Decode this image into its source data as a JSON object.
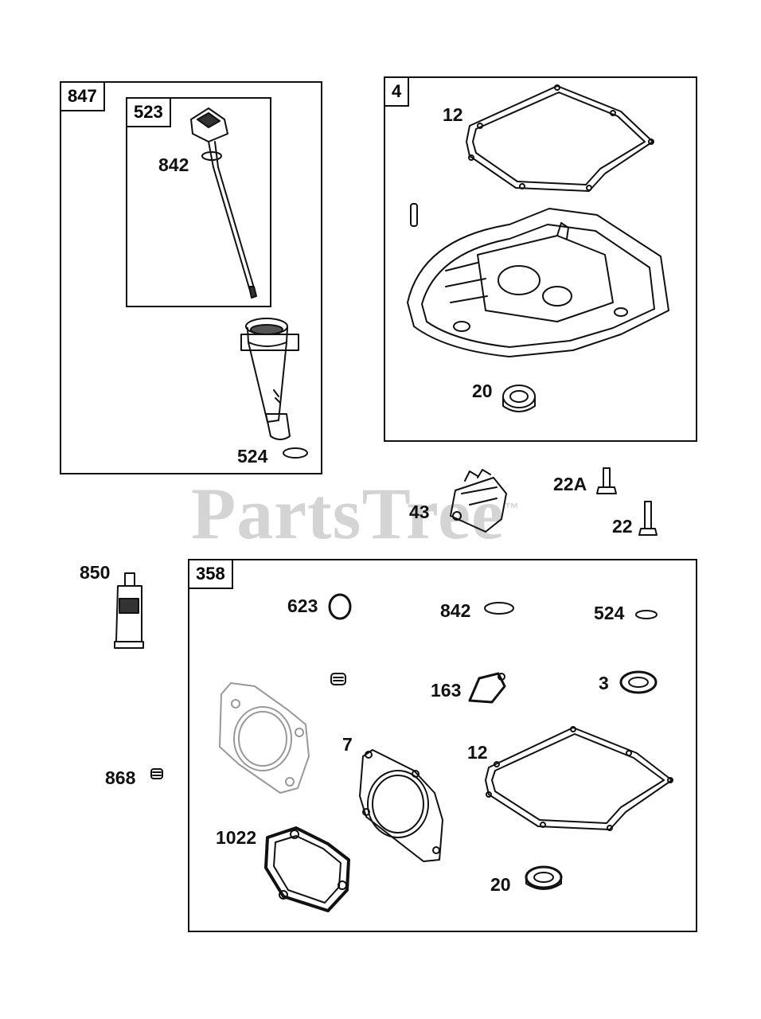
{
  "watermark": {
    "text": "PartsTree",
    "mark": "™"
  },
  "groups": {
    "g847": "847",
    "g523": "523",
    "g4": "4",
    "g358": "358"
  },
  "callouts": {
    "c842a": "842",
    "c524a": "524",
    "c12a": "12",
    "c20a": "20",
    "c22A": "22A",
    "c43": "43",
    "c22": "22",
    "c850": "850",
    "c868": "868",
    "c623": "623",
    "c842b": "842",
    "c524b": "524",
    "c163": "163",
    "c3": "3",
    "c7": "7",
    "c12b": "12",
    "c1022": "1022",
    "c20b": "20"
  },
  "parts": {
    "dipstick": "dipstick-icon",
    "dipstick_tube": "dipstick-tube-icon",
    "gasket": "gasket-icon",
    "crankcase_cover": "crankcase-cover-icon",
    "seal": "oil-seal-icon",
    "o_ring": "o-ring-icon",
    "bolt": "bolt-icon",
    "governor": "governor-icon",
    "sealant": "sealant-tube-icon",
    "head_gasket": "head-gasket-icon"
  },
  "colors": {
    "ink": "#111111",
    "watermark": "#d4d4d4",
    "background": "#ffffff"
  }
}
